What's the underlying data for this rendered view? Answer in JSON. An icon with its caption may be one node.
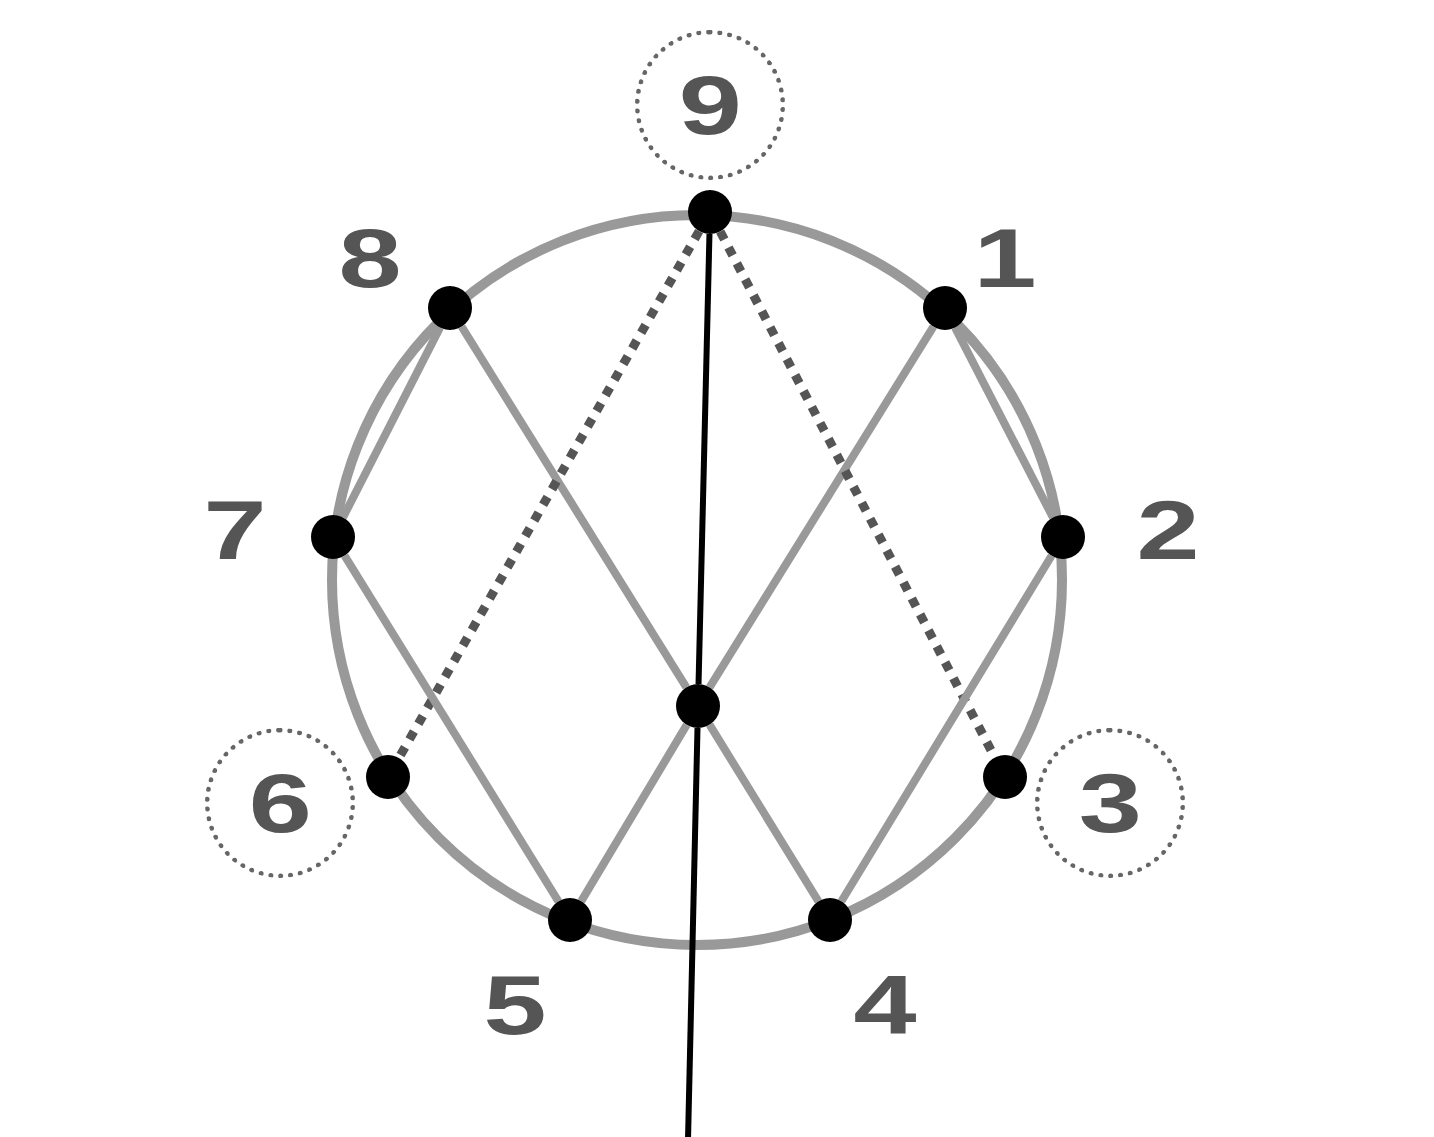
{
  "diagram": {
    "nodes": [
      {
        "text": [
          "9"
        ]
      },
      {
        "text": [],
        "shape": "circle"
      },
      {
        "text": [],
        "shape": "circle",
        "beside": [
          "8"
        ]
      },
      {
        "text": [],
        "shape": "circle",
        "beside": [
          "1"
        ]
      },
      {
        "text": [],
        "shape": "circle",
        "beside": [
          "7"
        ]
      },
      {
        "text": [],
        "shape": "circle",
        "beside": [
          "2"
        ]
      },
      {
        "text": [],
        "shape": "circle"
      },
      {
        "text": [
          "6"
        ]
      },
      {
        "text": [],
        "shape": "circle"
      },
      {
        "text": [],
        "shape": "circle"
      },
      {
        "text": [
          "3"
        ]
      },
      {
        "text": [],
        "shape": "circle",
        "beside": [
          "5"
        ]
      },
      {
        "text": [],
        "shape": "circle",
        "beside": [
          "4"
        ]
      }
    ],
    "edges": [
      {
        "from": 2,
        "to": 4,
        "arrow": "none"
      },
      {
        "from": 2,
        "to": 6,
        "arrow": "none"
      },
      {
        "from": 3,
        "to": 6,
        "arrow": "none"
      },
      {
        "from": 3,
        "to": 5,
        "arrow": "none"
      },
      {
        "from": 1,
        "to": 8,
        "arrow": "none",
        "style": "dashed",
        "color": "#555555"
      },
      {
        "from": 1,
        "to": 9,
        "arrow": "none",
        "style": "dashed",
        "color": "#555555"
      },
      {
        "from": 1,
        "to": 6,
        "arrow": "none",
        "color": "#000000"
      },
      {
        "from": 4,
        "to": 11,
        "arrow": "none"
      },
      {
        "from": 5,
        "to": 12,
        "arrow": "none"
      },
      {
        "from": 6,
        "to": 11,
        "arrow": "none"
      },
      {
        "from": 6,
        "to": 12,
        "arrow": "none"
      },
      {
        "from": 6,
        "to": null,
        "arrow": "none",
        "color": "#000000"
      }
    ]
  }
}
